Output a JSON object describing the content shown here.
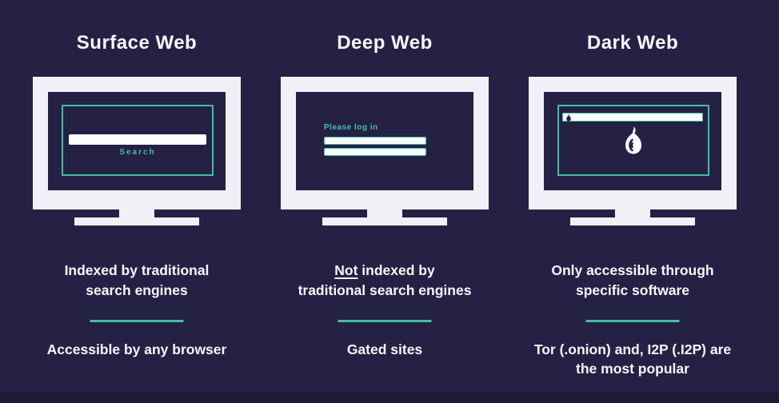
{
  "colors": {
    "background": "#242145",
    "footer_strip": "#1d1a33",
    "accent_teal": "#42bfa0",
    "monitor_white": "#f1f0f6",
    "text_white": "#f7f6fa"
  },
  "icons": {
    "dark_web_address_bar": "onion-icon",
    "dark_web_center_logo": "onion-icon"
  },
  "columns": [
    {
      "title": "Surface Web",
      "screen": {
        "search_label": "Search"
      },
      "desc1_line1": "Indexed by traditional",
      "desc1_line2": "search engines",
      "desc2_line1": "Accessible by any browser"
    },
    {
      "title": "Deep Web",
      "screen": {
        "login_prompt": "Please log in"
      },
      "desc1_underline": "Not",
      "desc1_after": " indexed by",
      "desc1_line2": "traditional search engines",
      "desc2_line1": "Gated sites"
    },
    {
      "title": "Dark Web",
      "desc1_line1": "Only accessible through",
      "desc1_line2": "specific software",
      "desc2_line1": "Tor (.onion) and, I2P (.I2P) are",
      "desc2_line2": "the most popular"
    }
  ]
}
